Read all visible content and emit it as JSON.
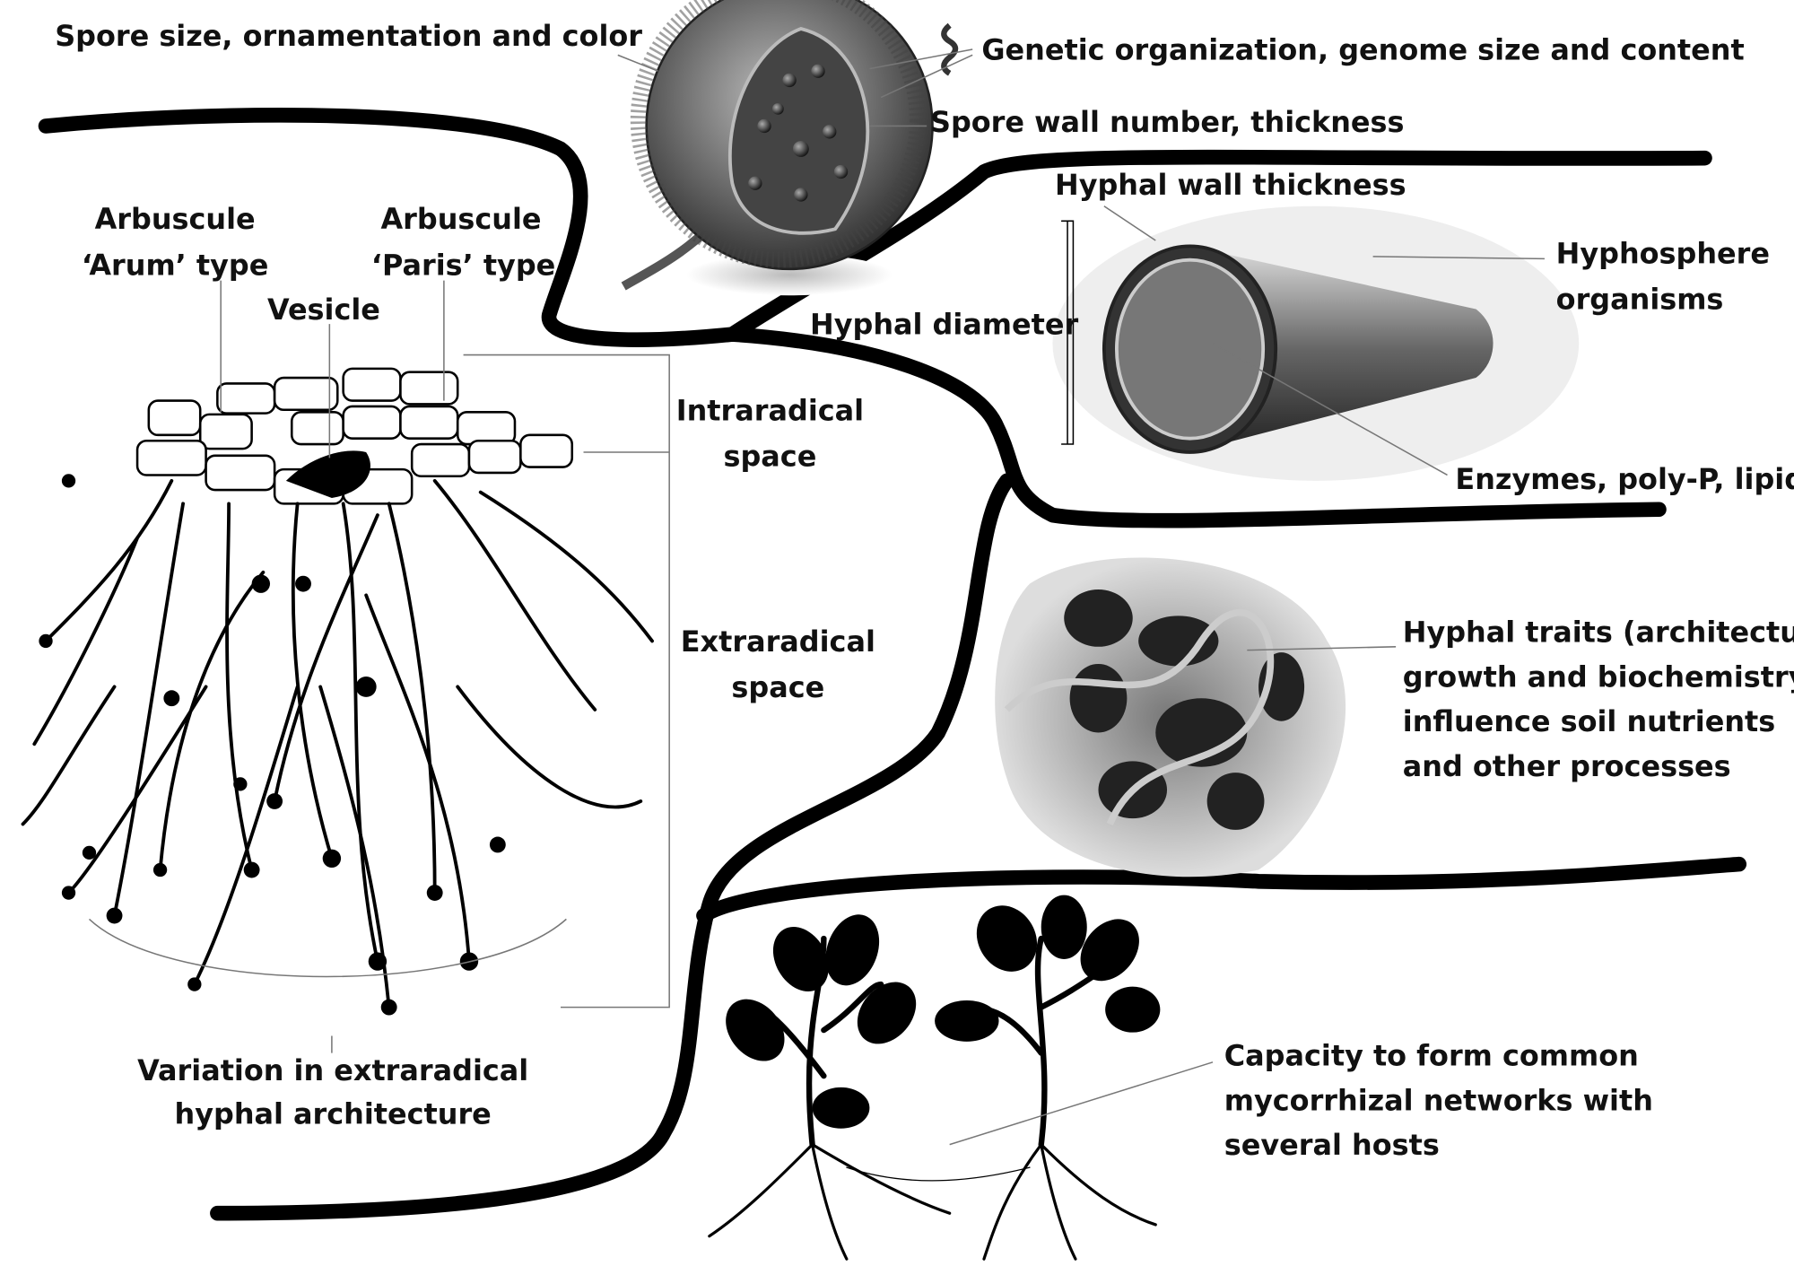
{
  "labels": {
    "spore_size": "Spore size, ornamentation and color",
    "genetic": "Genetic organization, genome size and content",
    "spore_wall": "Spore wall number, thickness",
    "hyphal_wall": "Hyphal wall thickness",
    "arum": [
      "Arbuscule",
      "‘Arum’ type"
    ],
    "paris": [
      "Arbuscule",
      "‘Paris’ type"
    ],
    "vesicle": "Vesicle",
    "hyphal_diameter": "Hyphal diameter",
    "hyphosphere": [
      "Hyphosphere",
      "organisms"
    ],
    "intraradical": [
      "Intraradical",
      "space"
    ],
    "extraradical": [
      "Extraradical",
      "space"
    ],
    "enzymes": "Enzymes, poly-P, lipid",
    "hyphal_traits": [
      "Hyphal traits (architecture,",
      "growth and biochemistry)",
      "influence soil nutrients",
      "and other processes"
    ],
    "cmn": [
      "Capacity to form common",
      "mycorrhizal networks with",
      "several hosts"
    ],
    "variation": [
      "Variation in extraradical",
      "hyphal architecture"
    ]
  }
}
